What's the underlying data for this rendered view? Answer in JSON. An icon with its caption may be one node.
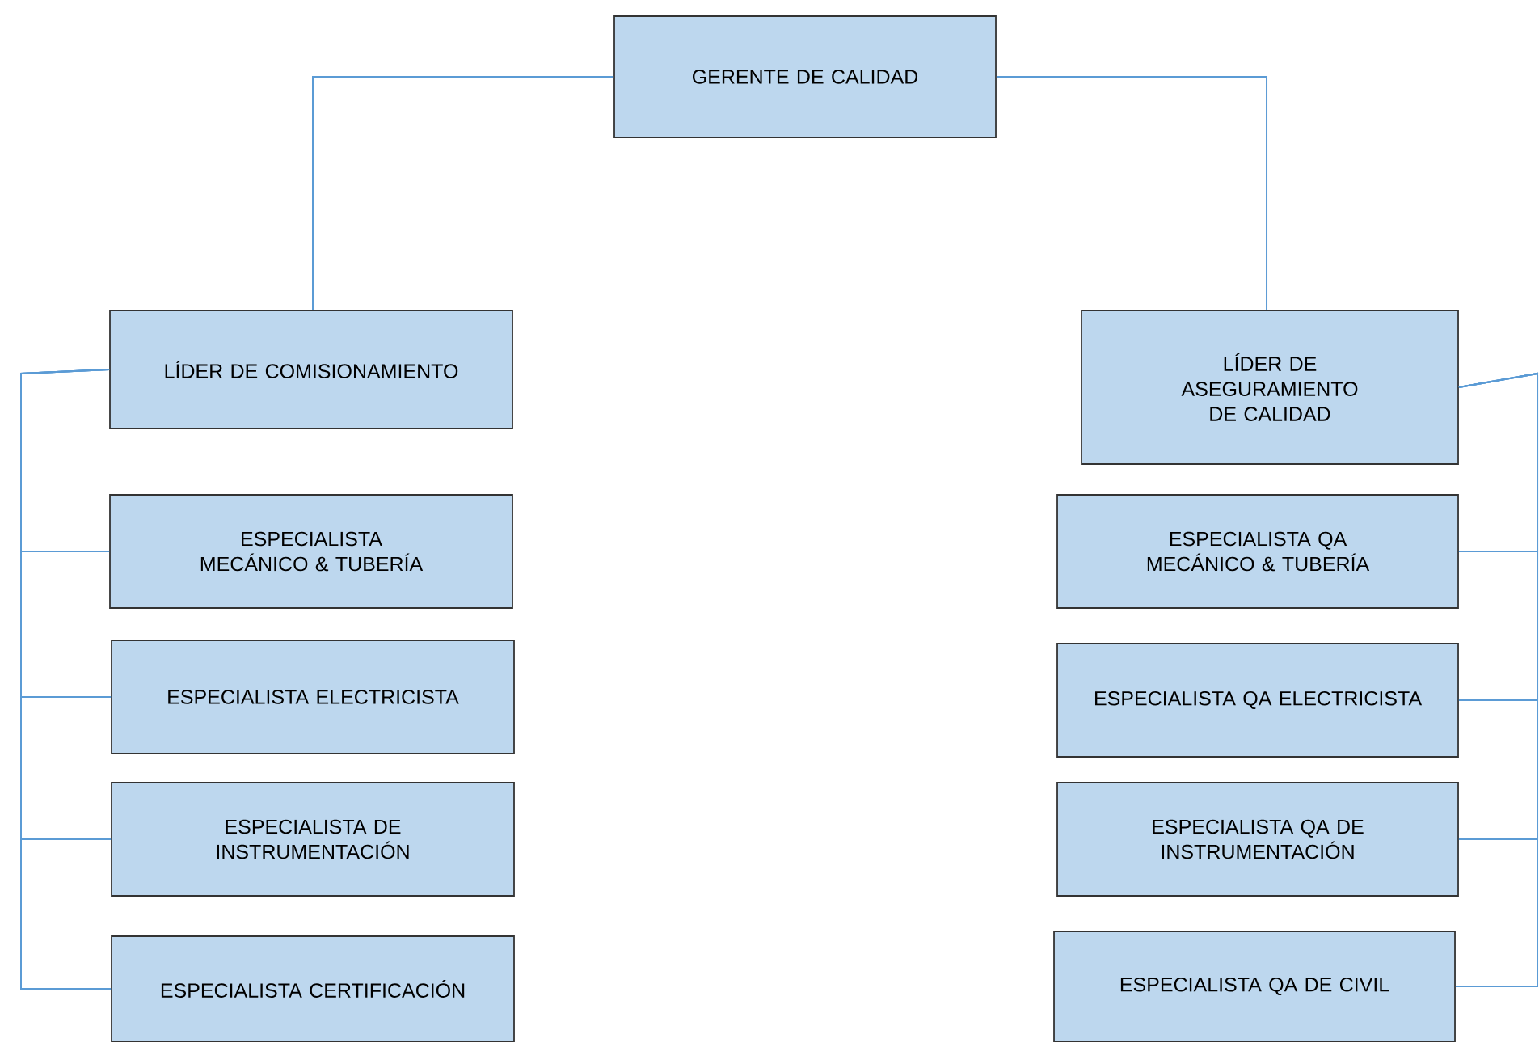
{
  "diagram": {
    "nodes": [
      {
        "text": [
          "GERENTE DE CALIDAD"
        ]
      },
      {
        "text": [
          "LÍDER DE COMISIONAMIENTO"
        ]
      },
      {
        "text": [
          "ESPECIALISTA MECÁNICO & TUBERÍA"
        ]
      },
      {
        "text": [
          "ESPECIALISTA ELECTRICISTA"
        ]
      },
      {
        "text": [
          "ESPECIALISTA DE INSTRUMENTACIÓN"
        ]
      },
      {
        "text": [
          "ESPECIALISTA CERTIFICACIÓN"
        ]
      },
      {
        "text": [
          "LÍDER DE ASEGURAMIENTO DE CALIDAD"
        ]
      },
      {
        "text": [
          "ESPECIALISTA QA MECÁNICO & TUBERÍA"
        ]
      },
      {
        "text": [
          "ESPECIALISTA QA ELECTRICISTA"
        ]
      },
      {
        "text": [
          "ESPECIALISTA QA DE INSTRUMENTACIÓN"
        ]
      },
      {
        "text": [
          "ESPECIALISTA QA DE CIVIL"
        ]
      }
    ],
    "edges": [
      {
        "from": 0,
        "to": 1,
        "arrow": "none"
      },
      {
        "from": 0,
        "to": 6,
        "arrow": "none"
      },
      {
        "from": 1,
        "to": 2,
        "arrow": "none"
      },
      {
        "from": 1,
        "to": 3,
        "arrow": "none"
      },
      {
        "from": 1,
        "to": 4,
        "arrow": "none"
      },
      {
        "from": 1,
        "to": 5,
        "arrow": "none"
      },
      {
        "from": 6,
        "to": 7,
        "arrow": "none"
      },
      {
        "from": 6,
        "to": 8,
        "arrow": "none"
      },
      {
        "from": 6,
        "to": 9,
        "arrow": "none"
      },
      {
        "from": 6,
        "to": 10,
        "arrow": "none"
      }
    ]
  }
}
